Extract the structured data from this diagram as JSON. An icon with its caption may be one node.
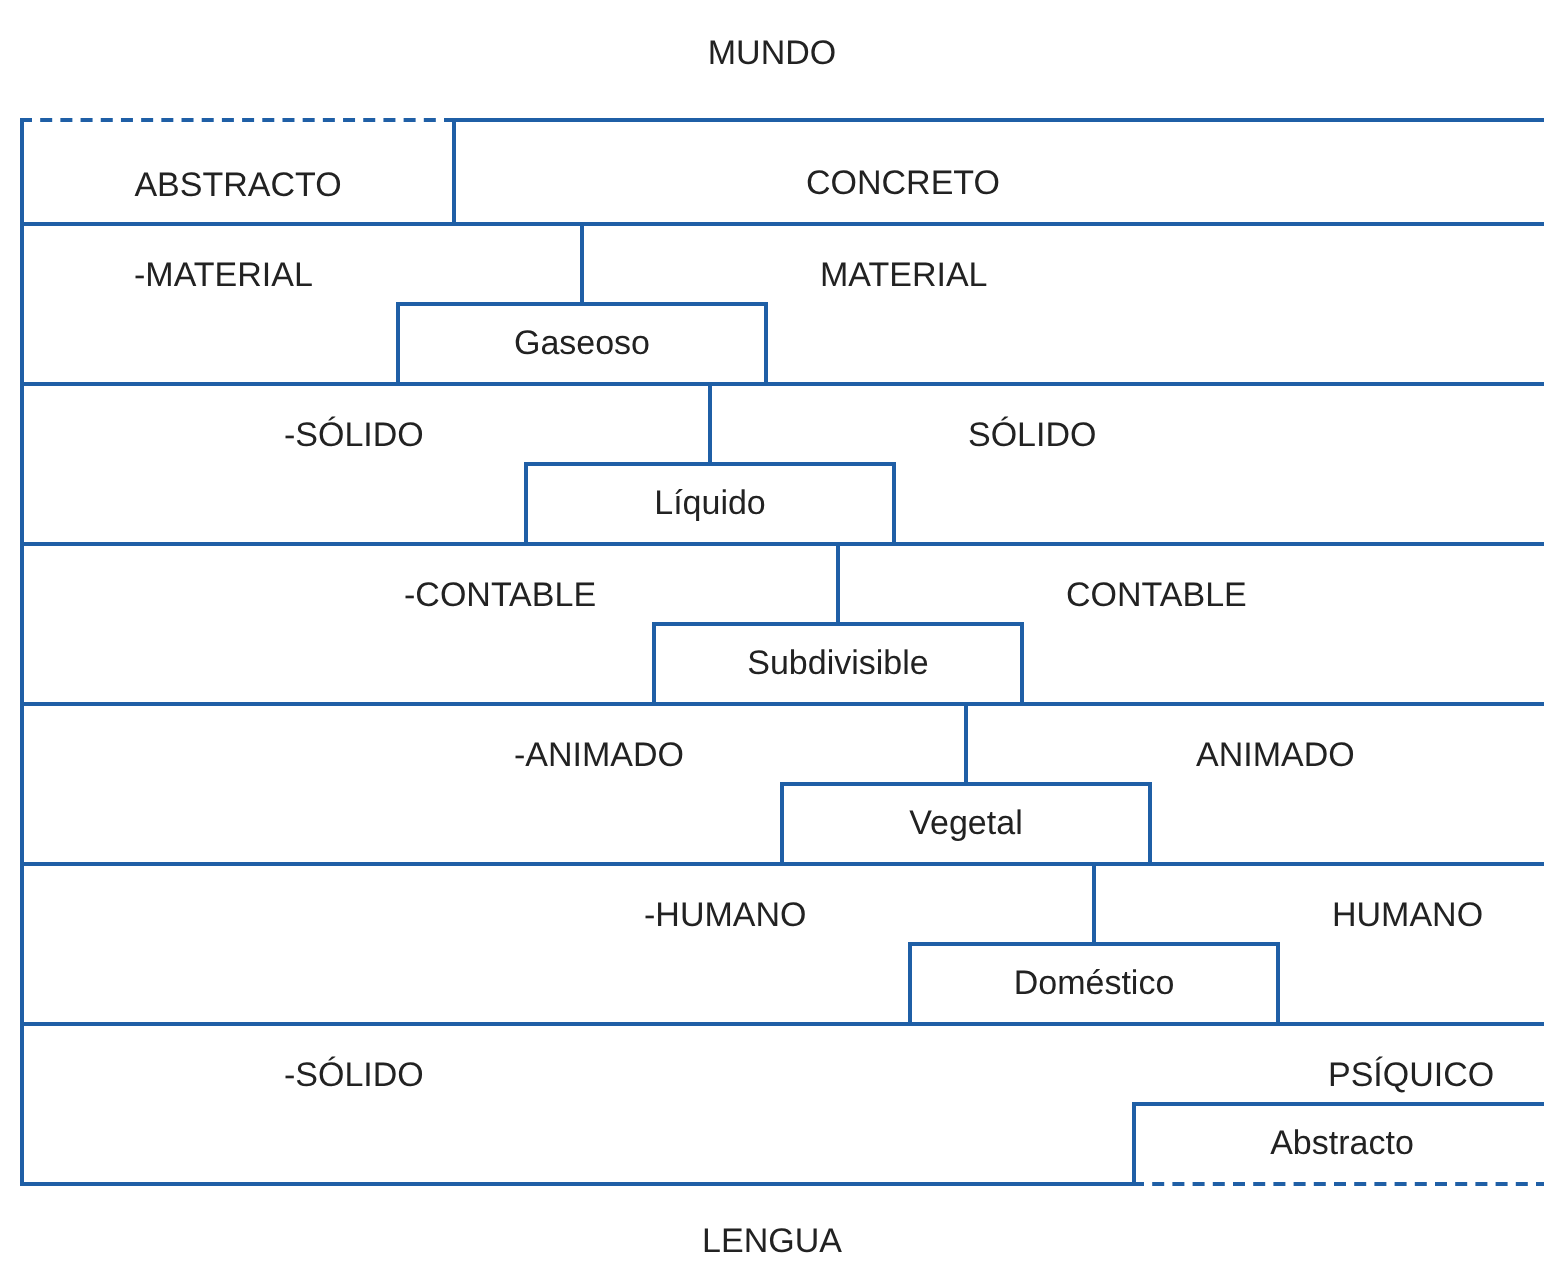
{
  "diagram": {
    "nodes": [
      {
        "text": [
          "ABSTRACTO"
        ]
      },
      {
        "text": [
          "CONCRETO"
        ]
      },
      {
        "text": [
          "-MATERIAL",
          "MATERIAL"
        ]
      },
      {
        "text": [
          "Gaseoso"
        ],
        "in": 2
      },
      {
        "text": [
          "-SÓLIDO",
          "SÓLIDO"
        ]
      },
      {
        "text": [
          "Líquido"
        ],
        "in": 4
      },
      {
        "text": [
          "-CONTABLE",
          "CONTABLE"
        ]
      },
      {
        "text": [
          "Subdivisible"
        ],
        "in": 6
      },
      {
        "text": [
          "-ANIMADO",
          "ANIMADO"
        ]
      },
      {
        "text": [
          "Vegetal"
        ],
        "in": 8
      },
      {
        "text": [
          "-HUMANO",
          "HUMANO"
        ]
      },
      {
        "text": [
          "Doméstico"
        ],
        "in": 10
      },
      {
        "text": [
          "-SÓLIDO",
          "PSÍQUICO"
        ]
      },
      {
        "text": [
          "Abstracto"
        ],
        "in": 12
      }
    ],
    "labels": [
      "MUNDO",
      "LENGUA"
    ]
  }
}
